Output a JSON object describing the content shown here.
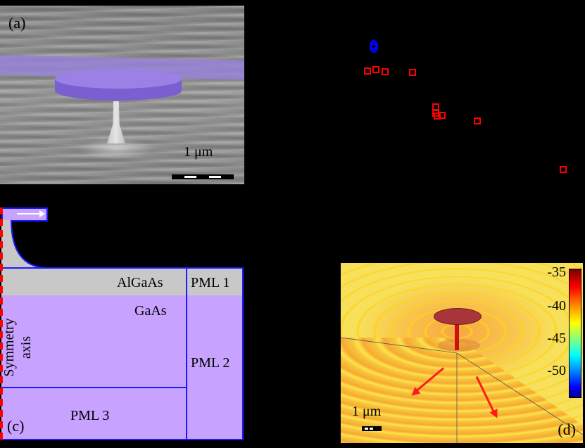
{
  "figure": {
    "panels": [
      {
        "id": "a",
        "label": "(a)",
        "kind": "SEM micrograph (false color)",
        "scale_bar": "1 μm",
        "colors": {
          "disk": "#9b80e6",
          "waveguide": "#9682d7",
          "background": "#8e8e8e"
        }
      },
      {
        "id": "b",
        "label": "",
        "kind": "scatter plot (axes not visible)"
      },
      {
        "id": "c",
        "label": "(c)",
        "kind": "simulation geometry schematic",
        "regions": {
          "algaas": "AlGaAs",
          "gaas": "GaAs",
          "pml1": "PML 1",
          "pml2": "PML 2",
          "pml3": "PML 3"
        },
        "symmetry_axis_line1": "Symmetry",
        "symmetry_axis_line2": "axis",
        "colors": {
          "gaas": "#c7a2ff",
          "algaas": "#c8c8c8",
          "border": "#1a1aff",
          "axis": "#ff0000"
        }
      },
      {
        "id": "d",
        "label": "(d)",
        "kind": "simulated field map",
        "scale_bar": "1 μm",
        "colorbar": {
          "ticks": [
            "-35",
            "-40",
            "-45",
            "-50"
          ],
          "range": [
            -53,
            -34
          ]
        }
      }
    ]
  },
  "chart_data": {
    "type": "scatter",
    "title": "",
    "xlabel": "",
    "ylabel": "",
    "grid": false,
    "note": "Axes, ticks and labels are not visible (black on black); values are pixel positions within the figure.",
    "series": [
      {
        "name": "blue circles",
        "marker": "circle",
        "color": "#0000ff",
        "points": [
          [
            531,
            63
          ],
          [
            531,
            68
          ]
        ]
      },
      {
        "name": "red squares",
        "marker": "square",
        "color": "#ff0000",
        "points": [
          [
            522,
            101
          ],
          [
            534,
            99
          ],
          [
            547,
            102
          ],
          [
            586,
            103
          ],
          [
            619,
            152
          ],
          [
            619,
            161
          ],
          [
            628,
            164
          ],
          [
            621,
            165
          ],
          [
            678,
            172
          ],
          [
            800,
            241
          ]
        ]
      }
    ]
  }
}
